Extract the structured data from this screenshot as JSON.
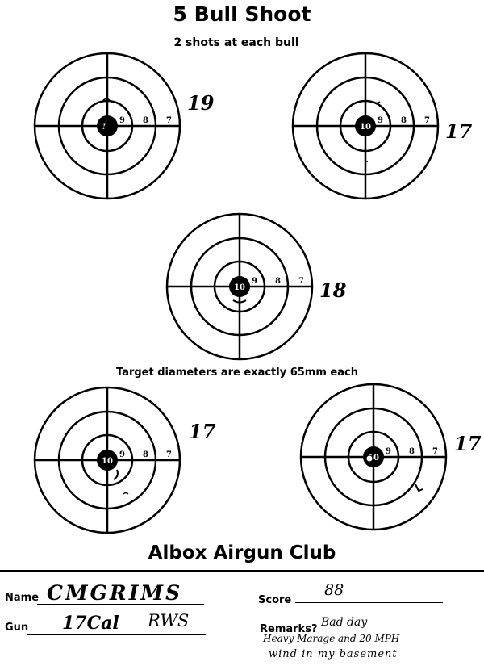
{
  "title": "5 Bull Shoot",
  "subtitle": "2 shots at each bull",
  "note": "Target diameters are exactly 65mm each",
  "ring_labels": {
    "center": "10",
    "r9": "9",
    "r8": "8",
    "r7": "7"
  },
  "targets": [
    {
      "score": "19"
    },
    {
      "score": "17"
    },
    {
      "score": "18"
    },
    {
      "score": "17"
    },
    {
      "score": "17"
    }
  ],
  "club_name": "Albox Airgun Club",
  "form": {
    "name_label": "Name",
    "name_value": "CMGRIMS",
    "gun_label": "Gun",
    "gun_value": "17Cal",
    "gun_value_2": "RWS",
    "score_label": "Score",
    "score_value": "88",
    "remarks_label": "Remarks?",
    "remarks_lines": [
      "Bad day",
      "Heavy Marage and 20 MPH",
      "wind in my basement"
    ]
  }
}
